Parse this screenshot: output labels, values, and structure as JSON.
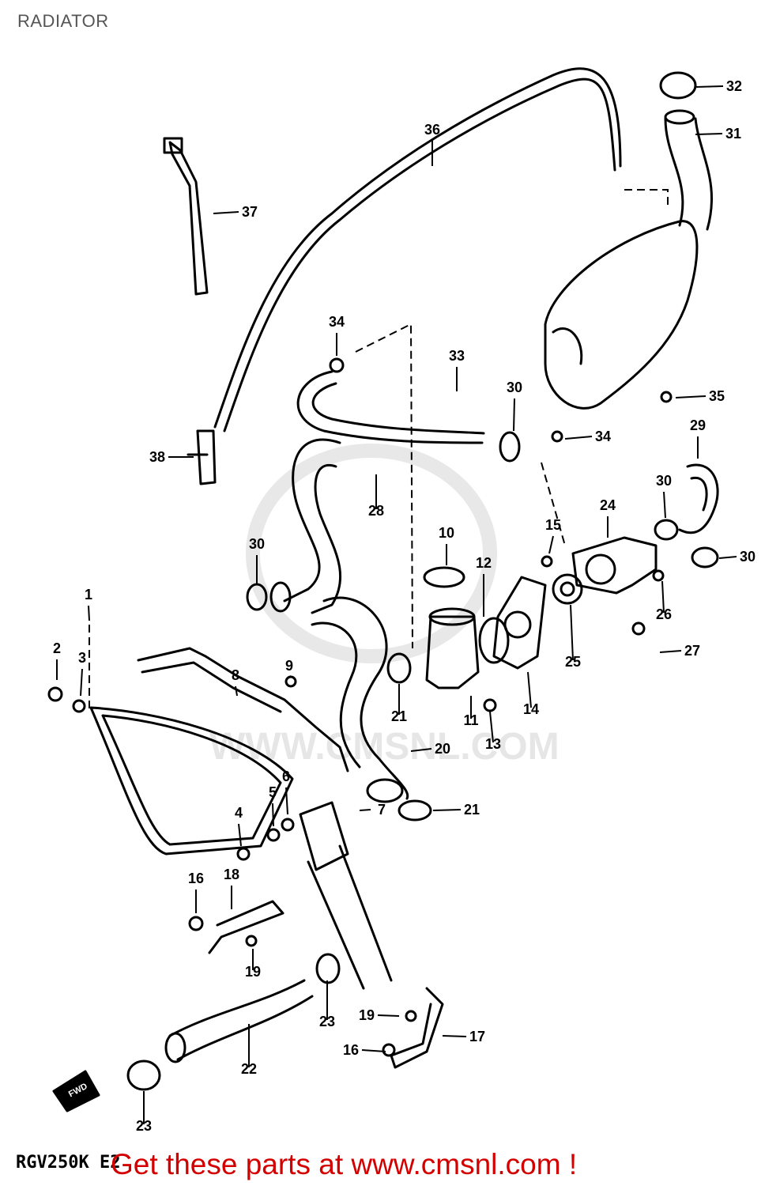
{
  "title": "RADIATOR",
  "model_code": "RGV250K E2",
  "promo_text": "Get these parts at www.cmsnl.com !",
  "watermark_text": "WWW.CMSNL.COM",
  "fwd_label": "FWD",
  "colors": {
    "promo": "#d40000",
    "line": "#000000",
    "watermark": "#e4e4e4"
  },
  "callouts": [
    "1",
    "2",
    "3",
    "4",
    "5",
    "6",
    "7",
    "8",
    "9",
    "10",
    "11",
    "12",
    "13",
    "14",
    "15",
    "16",
    "16",
    "17",
    "18",
    "19",
    "19",
    "20",
    "21",
    "21",
    "22",
    "23",
    "23",
    "24",
    "25",
    "26",
    "27",
    "28",
    "29",
    "30",
    "30",
    "30",
    "30",
    "31",
    "32",
    "33",
    "34",
    "34",
    "35",
    "36",
    "37",
    "38"
  ]
}
